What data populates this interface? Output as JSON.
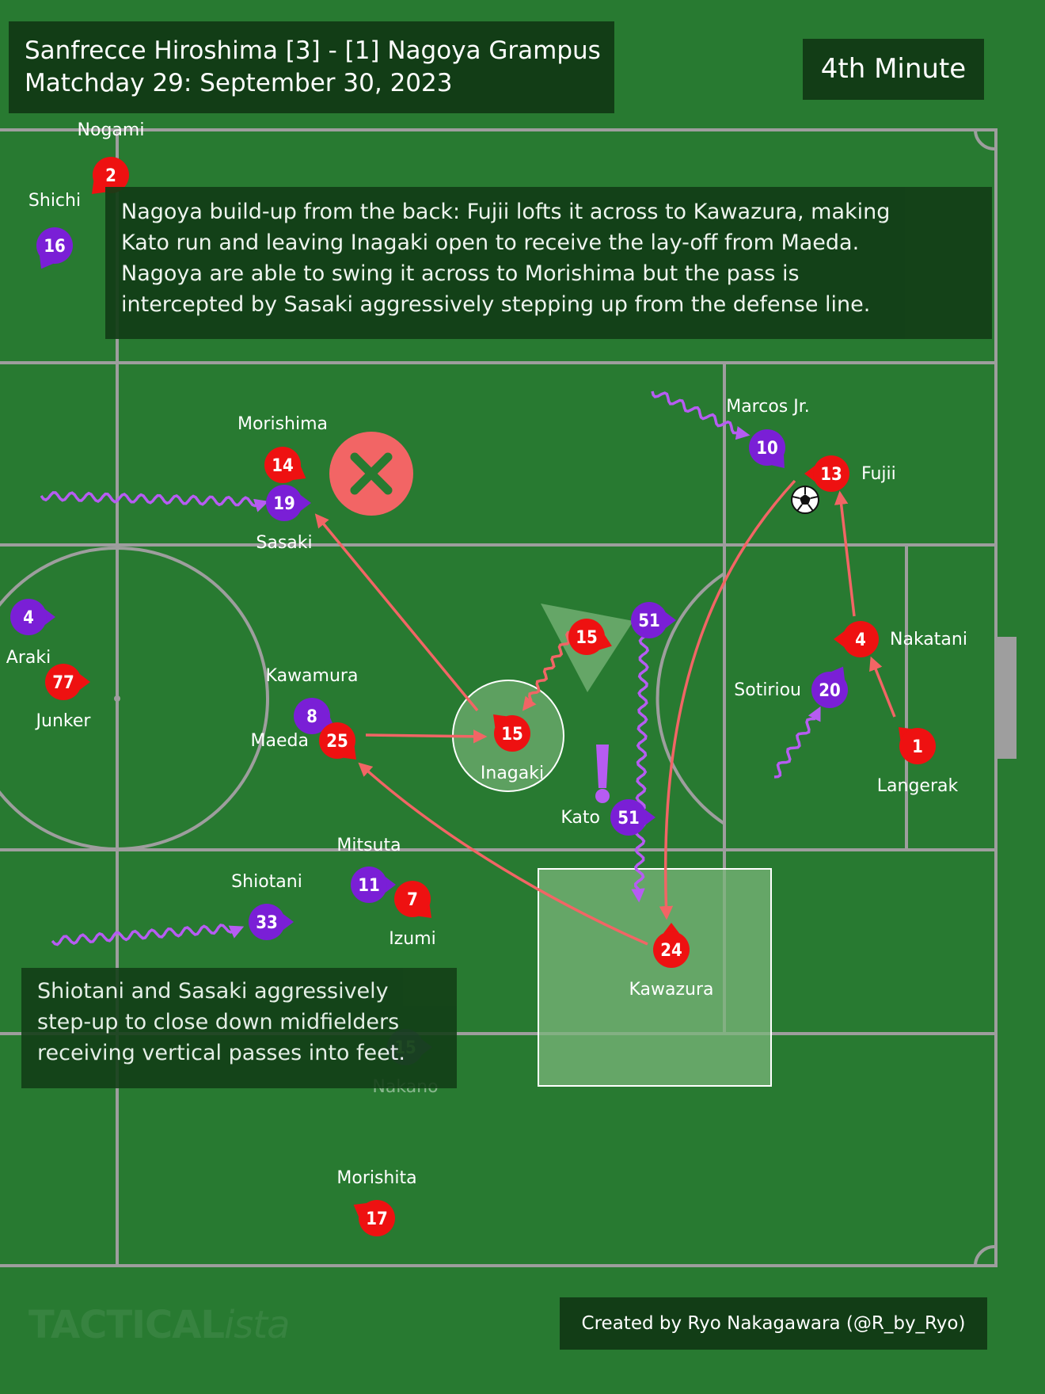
{
  "header": {
    "match": "Sanfrecce Hiroshima [3] - [1] Nagoya Grampus",
    "matchday": "Matchday 29: September 30, 2023"
  },
  "minute": "4th Minute",
  "notes": {
    "main": [
      "Nagoya build-up from the back: Fujii lofts it across to Kawazura, making",
      "Kato run and leaving Inagaki open to receive the lay-off from Maeda.",
      "Nagoya are able to swing it across to Morishima but the pass is",
      "intercepted by Sasaki aggressively stepping up from the defense line."
    ],
    "side": [
      "Shiotani and Sasaki aggressively",
      "step-up to close down midfielders",
      "receiving vertical passes into feet."
    ]
  },
  "credit": "Created by Ryo Nakagawara (@R_by_Ryo)",
  "watermark": {
    "main": "TACTICAL",
    "italic": "ista"
  },
  "colors": {
    "pitch": "#287a31",
    "lines": "#9e9e9e",
    "nagoya": "#ee1111",
    "hiroshima": "#7a1fd6",
    "pass": "#f26565",
    "run": "#b65cf2",
    "box_bg": "#123d16"
  },
  "players": [
    {
      "id": "nogami",
      "team": "nagoya",
      "number": "2",
      "name": "Nogami"
    },
    {
      "id": "shichi",
      "team": "hiroshima",
      "number": "16",
      "name": "Shichi"
    },
    {
      "id": "morishima",
      "team": "nagoya",
      "number": "14",
      "name": "Morishima"
    },
    {
      "id": "sasaki",
      "team": "hiroshima",
      "number": "19",
      "name": "Sasaki"
    },
    {
      "id": "marcos",
      "team": "hiroshima",
      "number": "10",
      "name": "Marcos Jr."
    },
    {
      "id": "fujii",
      "team": "nagoya",
      "number": "13",
      "name": "Fujii"
    },
    {
      "id": "araki",
      "team": "hiroshima",
      "number": "4",
      "name": "Araki"
    },
    {
      "id": "junker",
      "team": "nagoya",
      "number": "77",
      "name": "Junker"
    },
    {
      "id": "kawamura",
      "team": "hiroshima",
      "number": "8",
      "name": "Kawamura"
    },
    {
      "id": "maeda",
      "team": "nagoya",
      "number": "25",
      "name": "Maeda"
    },
    {
      "id": "inagaki",
      "team": "nagoya",
      "number": "15",
      "name": "Inagaki"
    },
    {
      "id": "inagaki-prev",
      "team": "nagoya",
      "number": "15",
      "name": ""
    },
    {
      "id": "kato-prev",
      "team": "hiroshima",
      "number": "51",
      "name": ""
    },
    {
      "id": "kato",
      "team": "hiroshima",
      "number": "51",
      "name": "Kato"
    },
    {
      "id": "nakatani",
      "team": "nagoya",
      "number": "4",
      "name": "Nakatani"
    },
    {
      "id": "sotiriou",
      "team": "hiroshima",
      "number": "20",
      "name": "Sotiriou"
    },
    {
      "id": "langerak",
      "team": "nagoya",
      "number": "1",
      "name": "Langerak"
    },
    {
      "id": "mitsuta",
      "team": "hiroshima",
      "number": "11",
      "name": "Mitsuta"
    },
    {
      "id": "izumi",
      "team": "nagoya",
      "number": "7",
      "name": "Izumi"
    },
    {
      "id": "shiotani",
      "team": "hiroshima",
      "number": "33",
      "name": "Shiotani"
    },
    {
      "id": "kawazura",
      "team": "nagoya",
      "number": "24",
      "name": "Kawazura"
    },
    {
      "id": "nakano",
      "team": "hiroshima",
      "number": "15",
      "name": "Nakano"
    },
    {
      "id": "morishita",
      "team": "nagoya",
      "number": "17",
      "name": "Morishita"
    }
  ]
}
